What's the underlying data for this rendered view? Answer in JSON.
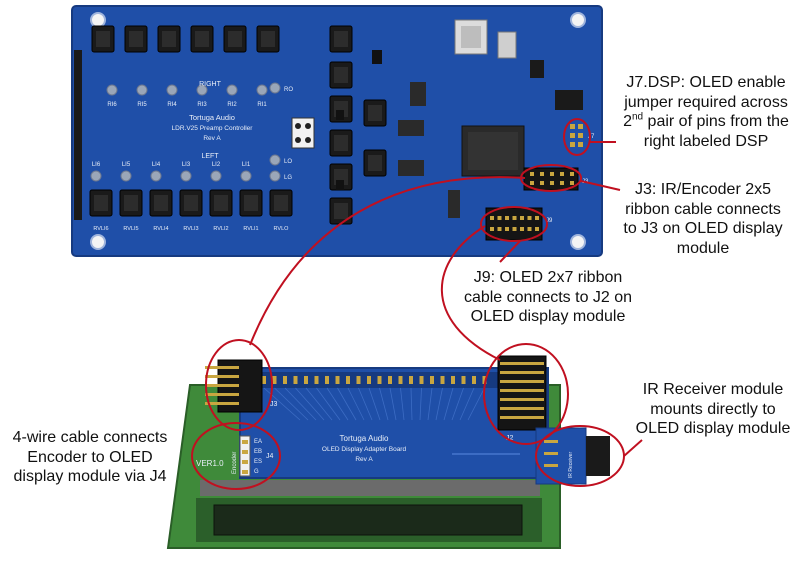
{
  "palette": {
    "pcb_blue": "#1f4fa8",
    "pcb_blue_dark": "#163a80",
    "pcb_green": "#3f8a3a",
    "connector_black": "#1a1a1a",
    "annotation_red": "#c01020",
    "silkscreen": "#e8eef8",
    "pin_gold": "#c9a640"
  },
  "main_board": {
    "brand": "Tortuga Audio",
    "model": "LDR.V25 Preamp Controller",
    "rev": "Rev A",
    "right_label": "RIGHT",
    "left_label": "LEFT",
    "right_row": [
      "RI6",
      "RI5",
      "RI4",
      "RI3",
      "RI2",
      "RI1"
    ],
    "left_row": [
      "LI6",
      "LI5",
      "LI4",
      "LI3",
      "LI2",
      "LI1"
    ],
    "vol_row": [
      "RVLI6",
      "RVLI5",
      "RVLI4",
      "RVLI3",
      "RVLI2",
      "RVLI1",
      "RVLO"
    ],
    "side_labels": [
      "RO",
      "LO",
      "LG"
    ],
    "connector_labels": [
      "J7",
      "J3",
      "J9"
    ]
  },
  "oled_board": {
    "brand": "Tortuga Audio",
    "name": "OLED Display Adapter Board",
    "rev": "Rev A",
    "version": "VER1.0",
    "encoder_label": "Encoder",
    "encoder_pins": [
      "EA",
      "EB",
      "ES",
      "G"
    ],
    "connector_labels": [
      "J3",
      "J4",
      "J2"
    ],
    "ir_label": "IR Receiver"
  },
  "callouts": {
    "j7": {
      "line1": "J7.DSP: OLED enable",
      "line2": "jumper required across",
      "line3_sup": "nd",
      "line3_num": "2",
      "line3_rest": " pair of pins from the",
      "line4": "right labeled DSP"
    },
    "j3": {
      "line1": "J3: IR/Encoder 2x5",
      "line2": "ribbon cable connects",
      "line3": "to J3 on OLED display",
      "line4": "module"
    },
    "j9": {
      "line1": "J9: OLED 2x7 ribbon",
      "line2": "cable connects to J2 on",
      "line3": "OLED display module"
    },
    "ir": {
      "line1": "IR Receiver module",
      "line2": "mounts directly to",
      "line3": "OLED display module"
    },
    "enc": {
      "line1": "4-wire cable connects",
      "line2": "Encoder to OLED",
      "line3": "display module via J4"
    }
  }
}
